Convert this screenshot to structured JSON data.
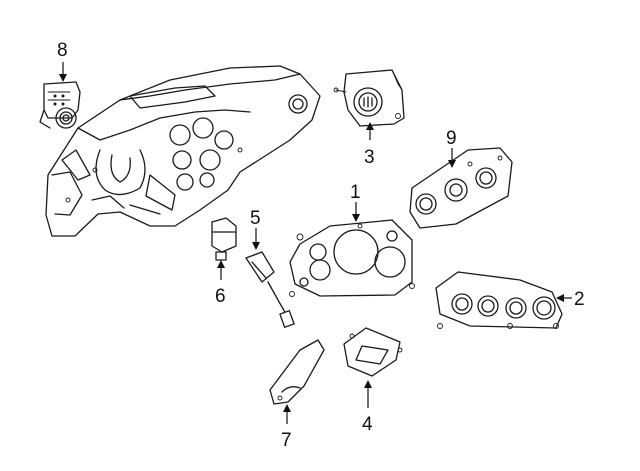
{
  "callouts": [
    {
      "id": "1",
      "label": "1"
    },
    {
      "id": "2",
      "label": "2"
    },
    {
      "id": "3",
      "label": "3"
    },
    {
      "id": "4",
      "label": "4"
    },
    {
      "id": "5",
      "label": "5"
    },
    {
      "id": "6",
      "label": "6"
    },
    {
      "id": "7",
      "label": "7"
    },
    {
      "id": "8",
      "label": "8"
    },
    {
      "id": "9",
      "label": "9"
    }
  ],
  "colors": {
    "ink": "#1a1a1a",
    "background": "#ffffff"
  }
}
